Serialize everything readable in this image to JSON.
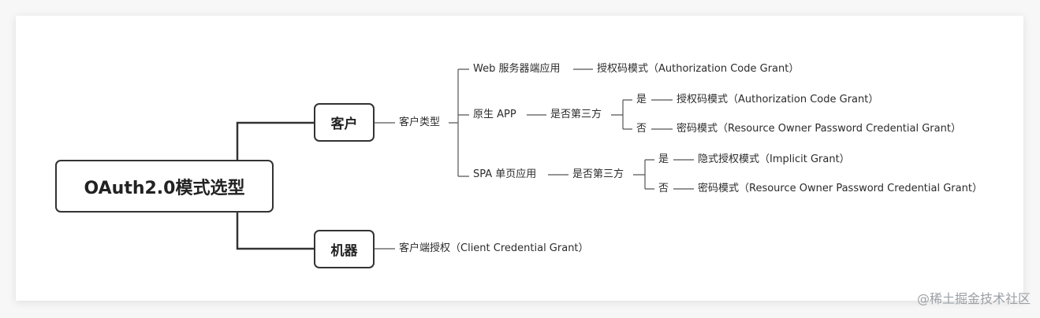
{
  "diagram": {
    "root": "OAuth2.0模式选型",
    "client_node": "客户",
    "machine_node": "机器",
    "client_type": "客户类型",
    "web_app": "Web 服务器端应用",
    "web_app_mode": "授权码模式（Authorization Code Grant）",
    "native_app": "原生 APP",
    "native_third_party": "是否第三方",
    "native_yes": "是",
    "native_yes_mode": "授权码模式（Authorization Code Grant）",
    "native_no": "否",
    "native_no_mode": "密码模式（Resource Owner Password Credential Grant）",
    "spa_app": "SPA 单页应用",
    "spa_third_party": "是否第三方",
    "spa_yes": "是",
    "spa_yes_mode": "隐式授权模式（Implicit Grant）",
    "spa_no": "否",
    "spa_no_mode": "密码模式（Resource Owner Password Credential Grant）",
    "machine_mode": "客户端授权（Client Credential Grant）"
  },
  "watermark": "@稀土掘金技术社区",
  "colors": {
    "line": "#333333",
    "thin_line": "#555555",
    "text": "#2b2b2b"
  }
}
